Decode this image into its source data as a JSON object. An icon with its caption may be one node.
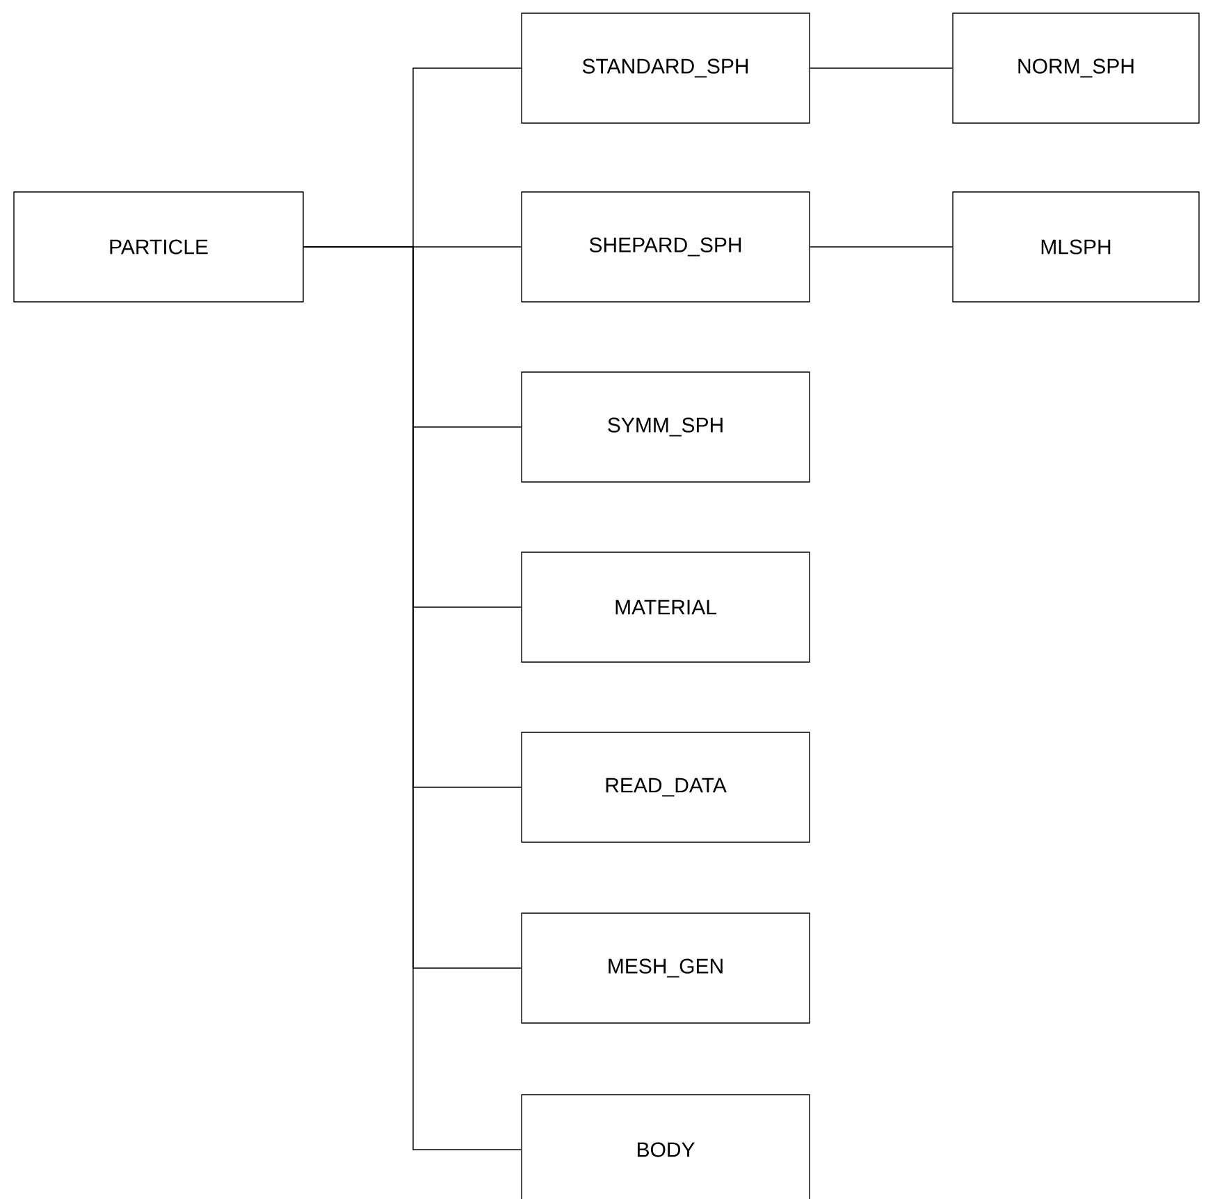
{
  "diagram": {
    "nodes": [
      {
        "text": [
          "PARTICLE"
        ]
      },
      {
        "text": [
          "STANDARD_SPH"
        ]
      },
      {
        "text": [
          "NORM_SPH"
        ]
      },
      {
        "text": [
          "SHEPARD_SPH"
        ]
      },
      {
        "text": [
          "MLSPH"
        ]
      },
      {
        "text": [
          "SYMM_SPH"
        ]
      },
      {
        "text": [
          "MATERIAL"
        ]
      },
      {
        "text": [
          "READ_DATA"
        ]
      },
      {
        "text": [
          "MESH_GEN"
        ]
      },
      {
        "text": [
          "BODY"
        ]
      }
    ],
    "edges": [
      {
        "from": 0,
        "to": 1,
        "arrow": "none"
      },
      {
        "from": 0,
        "to": 3,
        "arrow": "none"
      },
      {
        "from": 0,
        "to": 5,
        "arrow": "none"
      },
      {
        "from": 0,
        "to": 6,
        "arrow": "none"
      },
      {
        "from": 0,
        "to": 7,
        "arrow": "none"
      },
      {
        "from": 0,
        "to": 8,
        "arrow": "none"
      },
      {
        "from": 0,
        "to": 9,
        "arrow": "none"
      },
      {
        "from": 1,
        "to": 2,
        "arrow": "none"
      },
      {
        "from": 3,
        "to": 4,
        "arrow": "none"
      }
    ]
  }
}
